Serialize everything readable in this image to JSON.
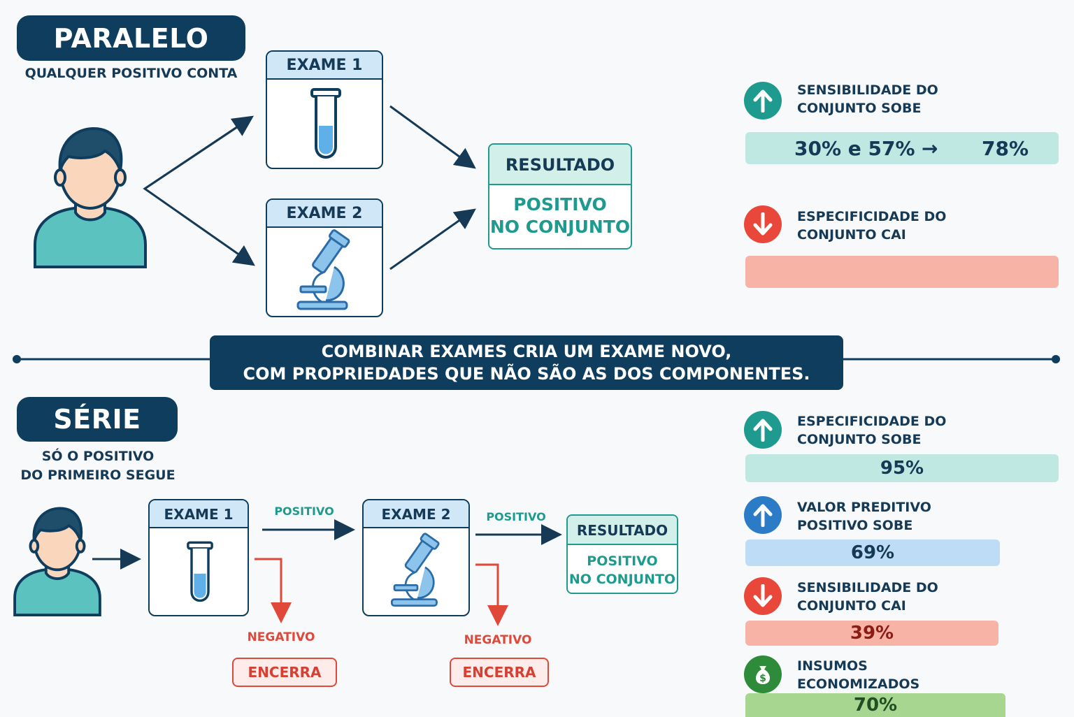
{
  "parallel": {
    "title": "PARALELO",
    "subtitle": "QUALQUER POSITIVO CONTA",
    "exam1": "EXAME 1",
    "exam2": "EXAME 2",
    "result_title": "RESULTADO",
    "result_line1": "POSITIVO",
    "result_line2": "NO CONJUNTO",
    "stats": [
      {
        "label1": "SENSIBILIDADE DO",
        "label2": "CONJUNTO SOBE",
        "icon": "arrow-up-icon",
        "color": "#1f9a8f",
        "value_from": "30% e 57%",
        "arrow": "→",
        "value_to": "78%",
        "bar_color": "#bfe8e2"
      },
      {
        "label1": "ESPECIFICIDADE DO",
        "label2": "CONJUNTO CAI",
        "icon": "arrow-down-icon",
        "color": "#e8473a",
        "value": "",
        "bar_color": "#f8b3a7"
      }
    ]
  },
  "banner": {
    "line1": "COMBINAR EXAMES CRIA UM EXAME  NOVO,",
    "line2": "COM PROPRIEDADES QUE NÃO SÃO AS DOS COMPONENTES."
  },
  "series": {
    "title": "SÉRIE",
    "subtitle_line1": "SÓ O POSITIVO",
    "subtitle_line2": "DO PRIMEIRO SEGUE",
    "exam1": "EXAME 1",
    "exam2": "EXAME 2",
    "positive_label": "POSITIVO",
    "negative_label": "NEGATIVO",
    "stop_label": "ENCERRA",
    "result_title": "RESULTADO",
    "result_line1": "POSITIVO",
    "result_line2": "NO CONJUNTO",
    "stats": [
      {
        "label1": "ESPECIFICIDADE DO",
        "label2": "CONJUNTO SOBE",
        "icon": "arrow-up-icon",
        "color": "#1f9a8f",
        "value": "95%",
        "bar_color": "#bfe8e2"
      },
      {
        "label1": "VALOR PREDITIVO",
        "label2": "POSITIVO SOBE",
        "icon": "arrow-up-icon",
        "color": "#2b7bc6",
        "value": "69%",
        "bar_color": "#bedcf6"
      },
      {
        "label1": "SENSIBILIDADE DO",
        "label2": "CONJUNTO CAI",
        "icon": "arrow-down-icon",
        "color": "#e8473a",
        "value": "39%",
        "bar_color": "#f8b3a7"
      },
      {
        "label1": "INSUMOS",
        "label2": "ECONOMIZADOS",
        "icon": "money-bag-icon",
        "color": "#2e8b3a",
        "value": "70%",
        "bar_color": "#a7d690"
      }
    ]
  }
}
